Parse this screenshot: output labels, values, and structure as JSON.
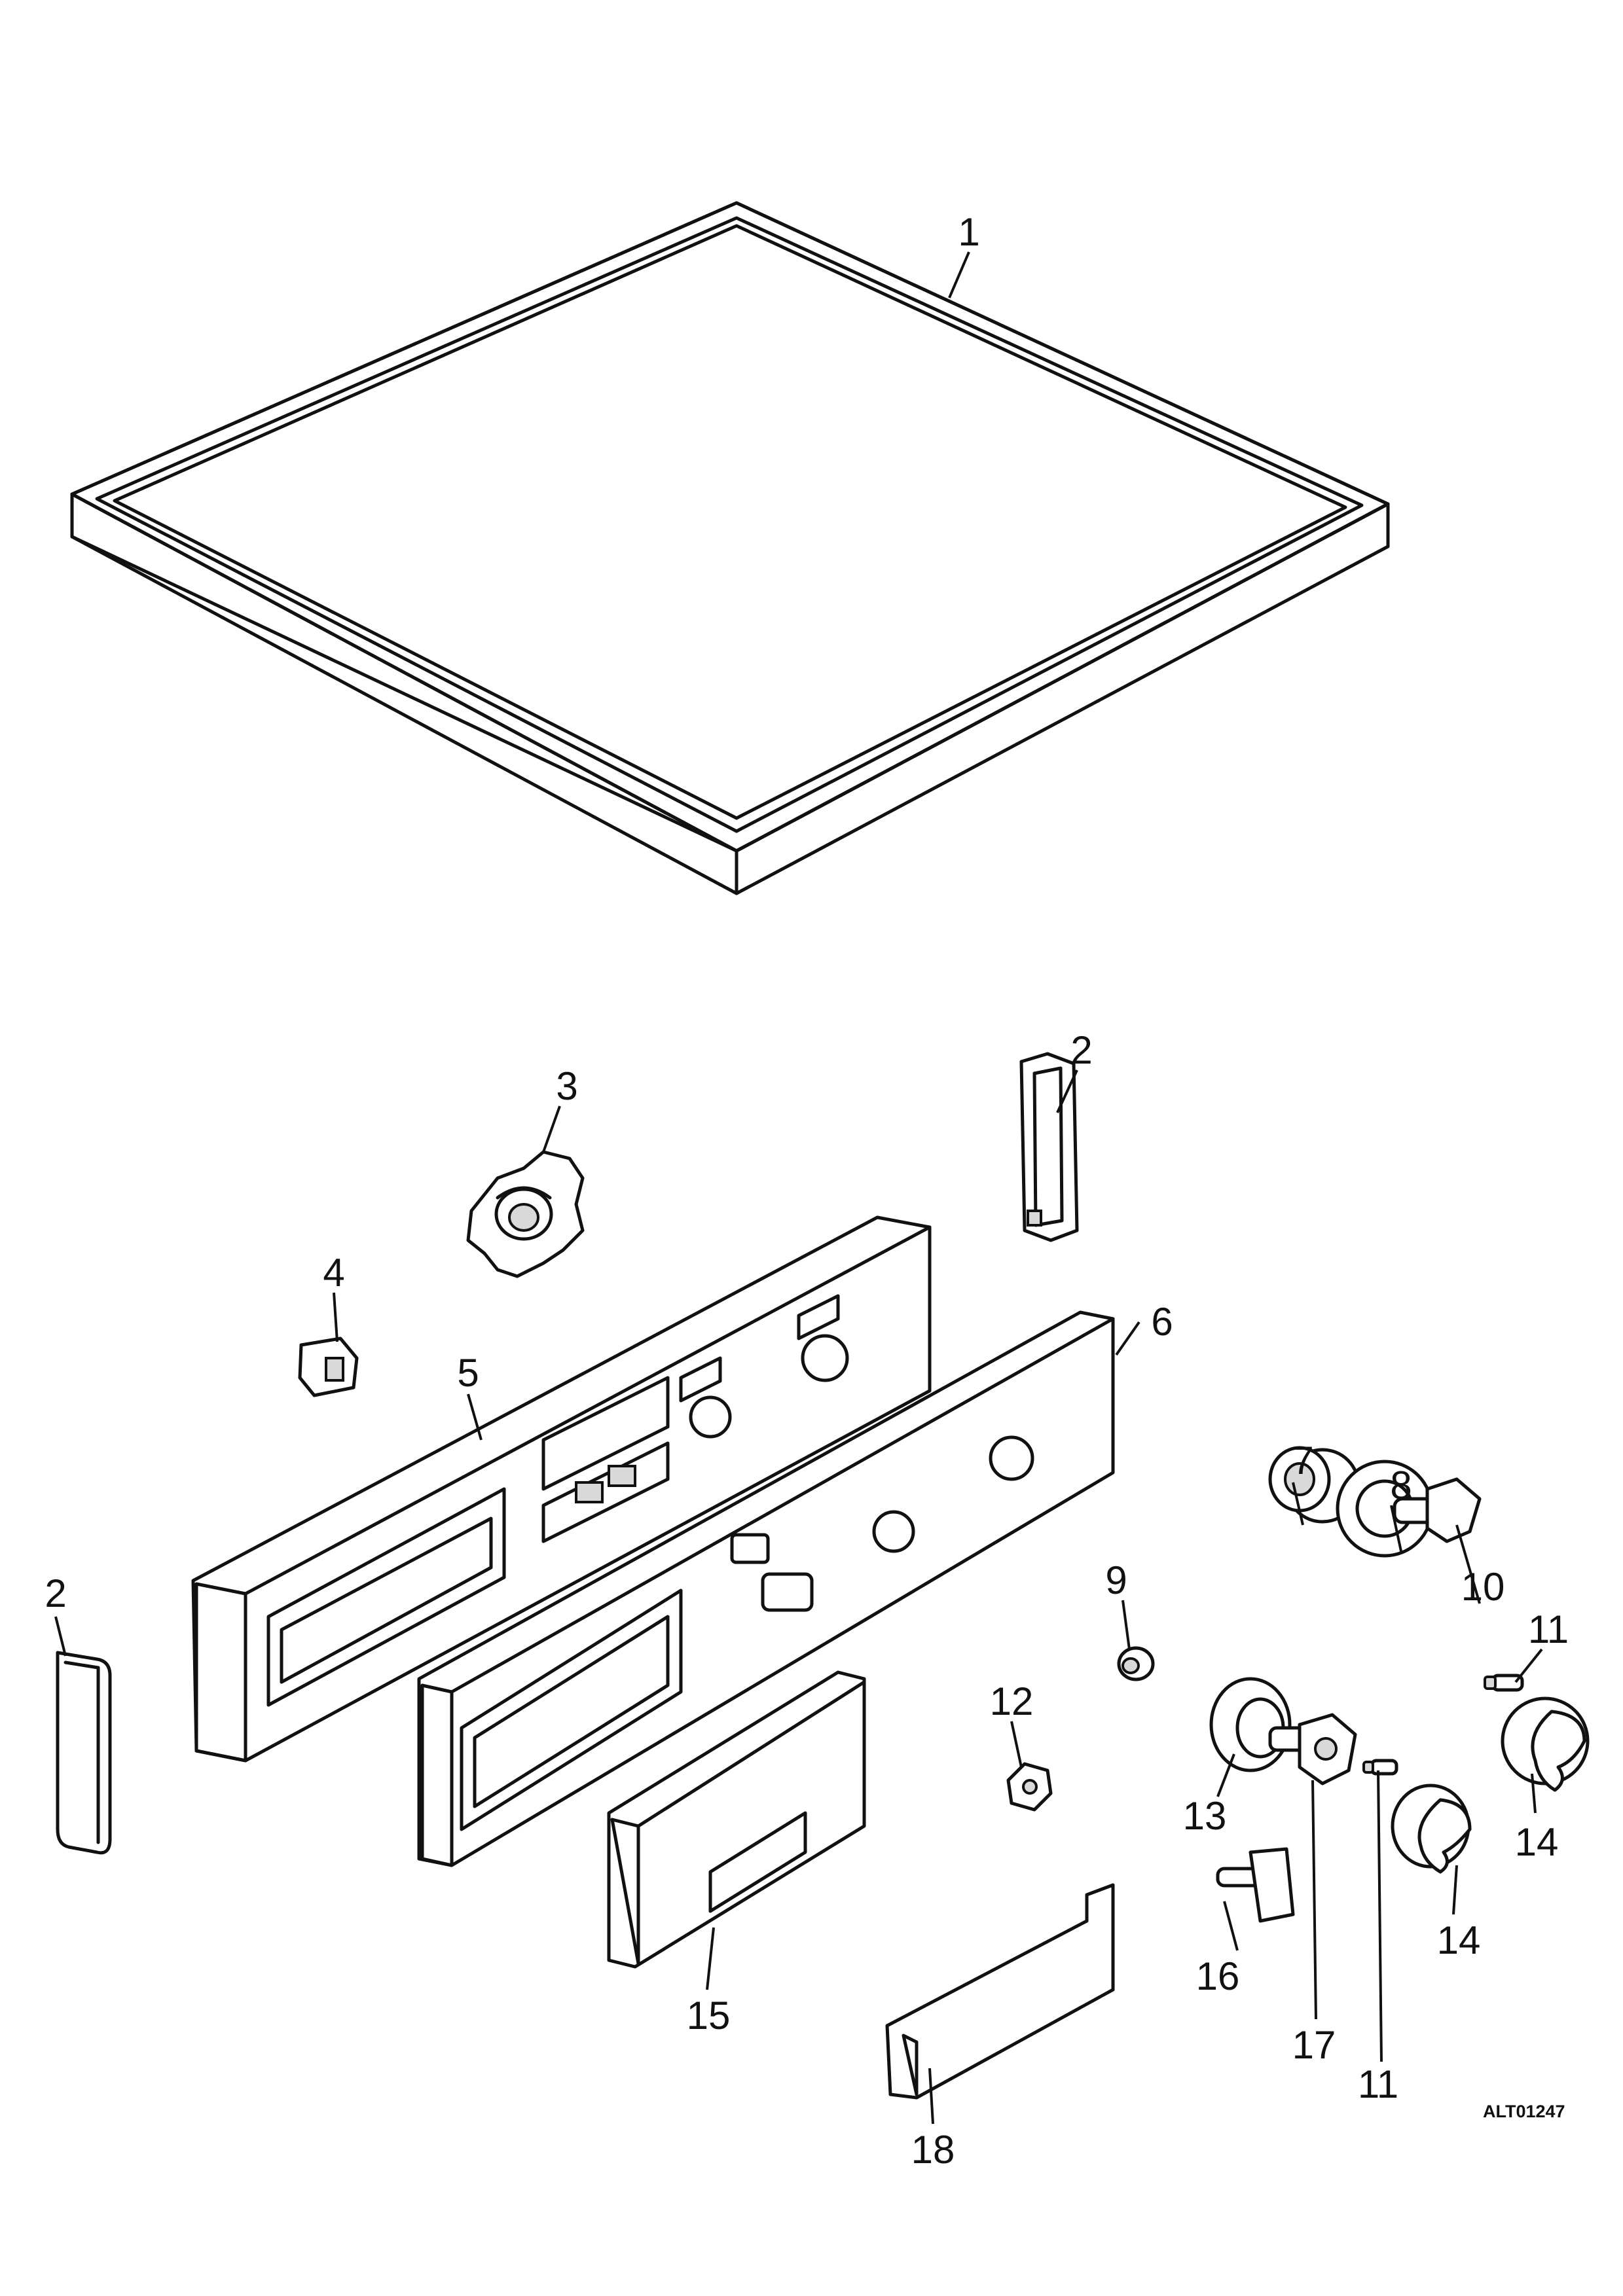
{
  "drawing_code": "ALT01247",
  "callouts": [
    {
      "id": "c1",
      "label": "1"
    },
    {
      "id": "c2a",
      "label": "2"
    },
    {
      "id": "c2b",
      "label": "2"
    },
    {
      "id": "c3",
      "label": "3"
    },
    {
      "id": "c4",
      "label": "4"
    },
    {
      "id": "c5",
      "label": "5"
    },
    {
      "id": "c6",
      "label": "6"
    },
    {
      "id": "c7",
      "label": "7"
    },
    {
      "id": "c8",
      "label": "8"
    },
    {
      "id": "c9",
      "label": "9"
    },
    {
      "id": "c10",
      "label": "10"
    },
    {
      "id": "c11a",
      "label": "11"
    },
    {
      "id": "c11b",
      "label": "11"
    },
    {
      "id": "c12",
      "label": "12"
    },
    {
      "id": "c13",
      "label": "13"
    },
    {
      "id": "c14a",
      "label": "14"
    },
    {
      "id": "c14b",
      "label": "14"
    },
    {
      "id": "c15",
      "label": "15"
    },
    {
      "id": "c16",
      "label": "16"
    },
    {
      "id": "c17",
      "label": "17"
    },
    {
      "id": "c18",
      "label": "18"
    }
  ],
  "colors": {
    "ink": "#111111",
    "paper": "#ffffff"
  }
}
